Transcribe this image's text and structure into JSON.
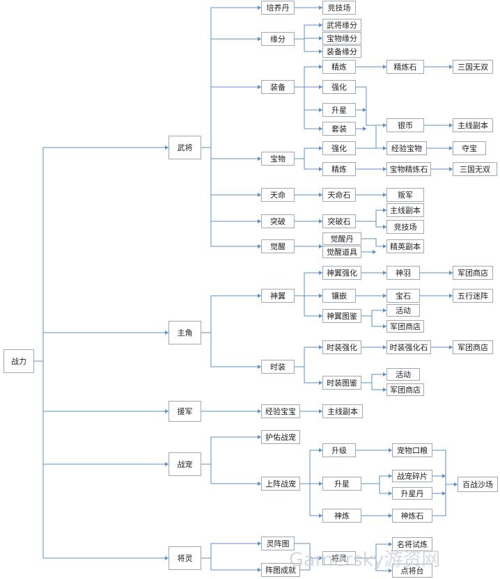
{
  "nodes": {
    "zhanli": "战力",
    "wujiang": "武将",
    "zhujue": "主角",
    "yuanjun": "援军",
    "zhanchong": "战宠",
    "jiangling": "将灵",
    "peiyangdan": "培养丹",
    "jingjichang1": "竞技场",
    "yuanfen": "缘分",
    "wujiang_yf": "武将缘分",
    "baowu_yf": "宝物缘分",
    "zhuangbei_yf": "装备缘分",
    "zhuangbei": "装备",
    "jinglian1": "精炼",
    "jinglianshi": "精炼石",
    "sanguo1": "三国无双",
    "qianghua1": "强化",
    "shengxing1": "升星",
    "taozhuang": "套装",
    "yinbi": "银币",
    "zhuxian1": "主线副本",
    "baowu": "宝物",
    "qianghua2": "强化",
    "jingyan_baowu": "经验宝物",
    "duobao": "夺宝",
    "jinglian2": "精炼",
    "baowu_jls": "宝物精炼石",
    "sanguo2": "三国无双",
    "tianming": "天命",
    "tianmingshi": "天命石",
    "panjun": "叛军",
    "tupo": "突破",
    "tuposhi": "突破石",
    "zhuxian2": "主线副本",
    "jingjichang2": "竞技场",
    "juexing": "觉醒",
    "juexingdan": "觉醒丹",
    "juexingdaoju": "觉醒道具",
    "jingying": "精英副本",
    "shenyi": "神翼",
    "shenyi_qh": "神翼强化",
    "shenyu": "神羽",
    "juntuan1": "军团商店",
    "xiangqian": "镶嵌",
    "baoshi": "宝石",
    "wuxing": "五行迷阵",
    "shenyi_tj": "神翼图鉴",
    "huodong1": "活动",
    "juntuan2": "军团商店",
    "shizhuang": "时装",
    "shizhuang_qh": "时装强化",
    "shizhuang_qhs": "时装强化石",
    "juntuan3": "军团商店",
    "shizhuang_tj": "时装图鉴",
    "huodong2": "活动",
    "juntuan4": "军团商店",
    "jingyan_baobao": "经验宝宝",
    "zhuxian3": "主线副本",
    "huyou": "护佑战宠",
    "shangzhen": "上阵战宠",
    "shengji": "升级",
    "kouliang": "宠物口粮",
    "shengxing2": "升星",
    "suipian": "战宠碎片",
    "shengxingdan": "升星丹",
    "baizhan": "百战沙场",
    "shenlian": "神炼",
    "shenlianshi": "神炼石",
    "lingzhentu": "灵阵图",
    "zhentu_cj": "阵图成就",
    "jiangling2": "将灵",
    "mingjiang": "名将试炼",
    "dianjiangtai": "点将台"
  },
  "watermark": "Gamersky游资网",
  "colors": {
    "line": "#5b8fc7",
    "border": "#9ea8b3",
    "watermark": "#c8ccd2"
  }
}
